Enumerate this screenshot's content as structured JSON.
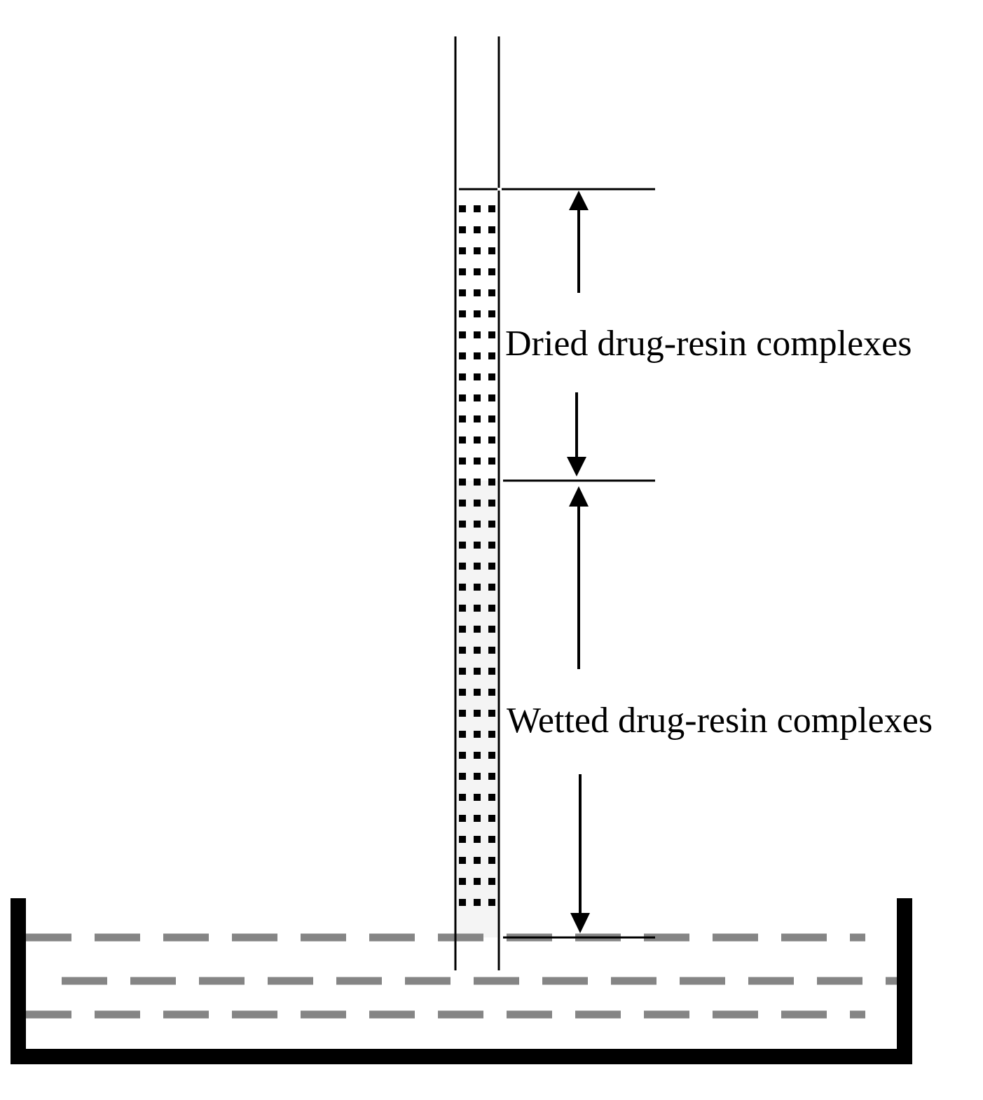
{
  "diagram": {
    "labels": {
      "dried": "Dried drug-resin complexes",
      "wetted": "Wetted drug-resin complexes"
    },
    "components": [
      "glass-tube",
      "drug-resin-column",
      "water-bath",
      "measurement-arrows"
    ],
    "colors": {
      "stroke": "#000000",
      "water_dash": "#858585",
      "wetted_fill": "#f4f4f4",
      "dot": "#000000"
    }
  }
}
